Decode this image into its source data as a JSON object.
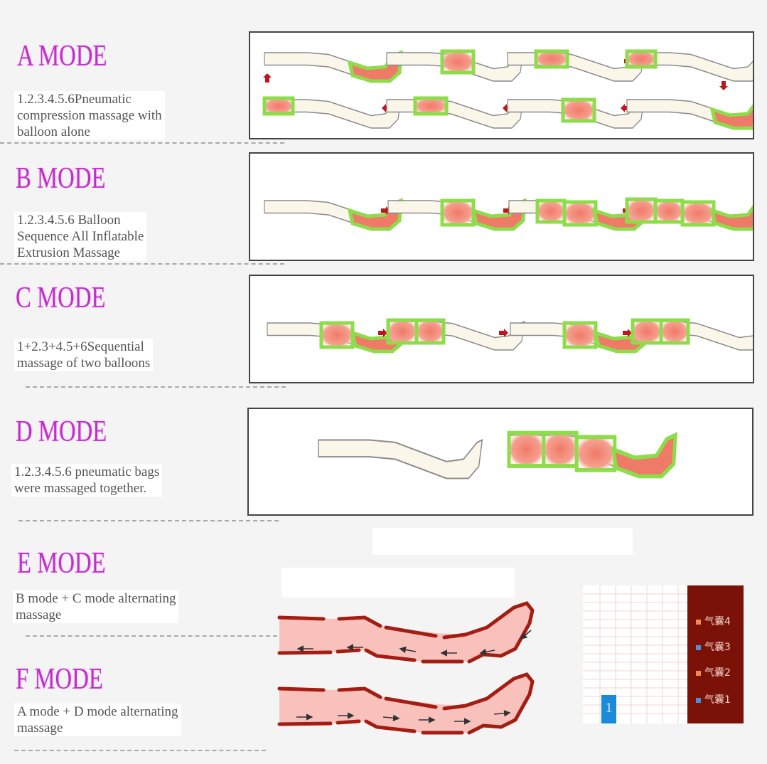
{
  "modes": [
    {
      "id": "A",
      "title": "A MODE",
      "desc": [
        "1.2.3.4.5.6Pneumatic",
        "compression massage with",
        "balloon alone"
      ]
    },
    {
      "id": "B",
      "title": "B MODE",
      "desc": [
        "1.2.3.4.5.6 Balloon",
        "Sequence All Inflatable",
        "Extrusion Massage"
      ]
    },
    {
      "id": "C",
      "title": "C MODE",
      "desc": [
        "1+2.3+4.5+6Sequential",
        "massage of two balloons"
      ]
    },
    {
      "id": "D",
      "title": "D MODE",
      "desc": [
        "1.2.3.4.5.6 pneumatic bags",
        "were massaged together."
      ]
    },
    {
      "id": "E",
      "title": "E MODE",
      "desc": [
        "B mode + C mode alternating",
        "massage"
      ]
    },
    {
      "id": "F",
      "title": "F MODE",
      "desc": [
        "A mode + D mode alternating",
        "massage"
      ]
    }
  ],
  "chart_legend": {
    "items": [
      {
        "label": "气囊4",
        "color": "#f08a5d"
      },
      {
        "label": "气囊3",
        "color": "#4a90d9"
      },
      {
        "label": "气囊2",
        "color": "#f08a5d"
      },
      {
        "label": "气囊1",
        "color": "#4a90d9"
      }
    ],
    "bar_label": "1",
    "bar_color": "#1b8ad8",
    "background": "#7a1208"
  },
  "colors": {
    "title": "#c42ecc",
    "text": "#555555",
    "inflated": "#8ddc4a",
    "pressure": "#f07a68",
    "leg_fill": "#fbf6ea",
    "arrow": "#c0161b",
    "ef_leg_outline": "#a31d12",
    "ef_leg_fill": "#f8c1bc"
  }
}
